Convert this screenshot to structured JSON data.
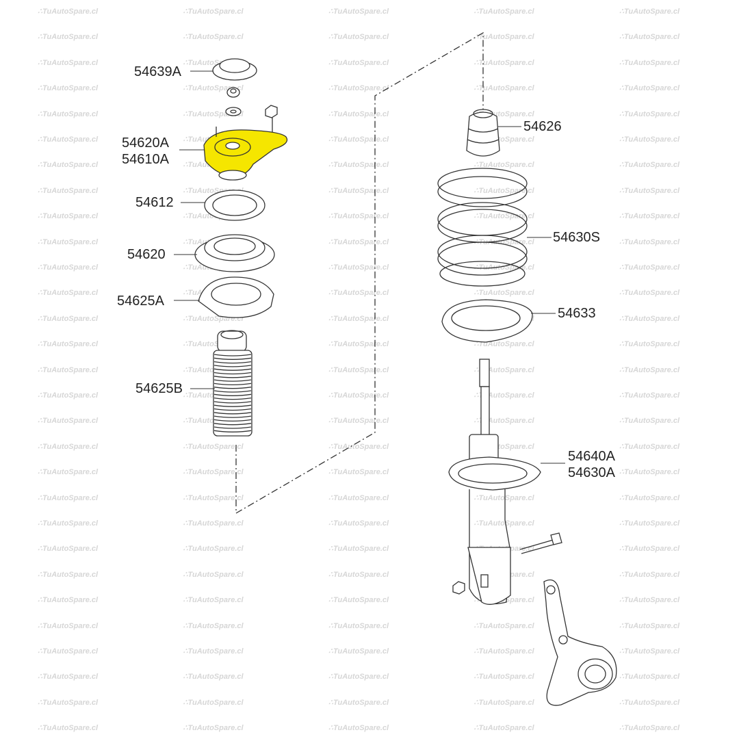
{
  "watermark": "TuAutoSpare.cl",
  "colors": {
    "highlight": "#f5e600",
    "line": "#333333",
    "watermark": "#d6d6d6"
  },
  "parts": [
    {
      "id": "54639A"
    },
    {
      "id": "54620A"
    },
    {
      "id": "54610A"
    },
    {
      "id": "54612"
    },
    {
      "id": "54620"
    },
    {
      "id": "54625A"
    },
    {
      "id": "54625B"
    },
    {
      "id": "54626"
    },
    {
      "id": "54630S"
    },
    {
      "id": "54633"
    },
    {
      "id": "54640A"
    },
    {
      "id": "54630A"
    }
  ]
}
